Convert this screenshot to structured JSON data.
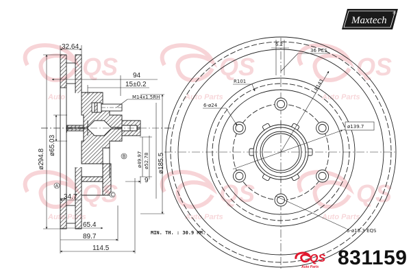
{
  "brand": {
    "logo_text": "Maxtech",
    "registered_mark": "®",
    "watermark_text": "QS",
    "watermark_sub": "Auto Parts",
    "bottom_logo_sub": "Auto Parts",
    "accent_color": "#e0192f",
    "watermark_color": "#f2b8bd"
  },
  "part": {
    "number": "831159"
  },
  "side_view": {
    "dims": {
      "width_top": "32.64",
      "length_94": "94",
      "offset": "15±0.2",
      "thread": "M14x1.5RH",
      "outer_dia": "ø294.8",
      "bore_dia": "ø65.03",
      "inner_dia_1": "ø49.97",
      "inner_dia_2": "ø52.78",
      "hub_dia": "ø185.5",
      "step_9": "9",
      "dim_34_7": "34.7",
      "dim_65_4": "65.4",
      "dim_89_7": "89.7",
      "dim_114_5": "114.5"
    },
    "markers": {
      "a": "A",
      "b": "B",
      "c": "C"
    }
  },
  "front_view": {
    "dims": {
      "slot": "6.2",
      "vanes": "36 PCS",
      "r101": "R101",
      "r143": "R143",
      "holes_24": "6-ø24",
      "pcd": "ø139.7",
      "holes_15": "6-ø15.3 EQS"
    }
  },
  "notes": {
    "min_thickness": "MIN. TH. : 30.9 MM."
  }
}
